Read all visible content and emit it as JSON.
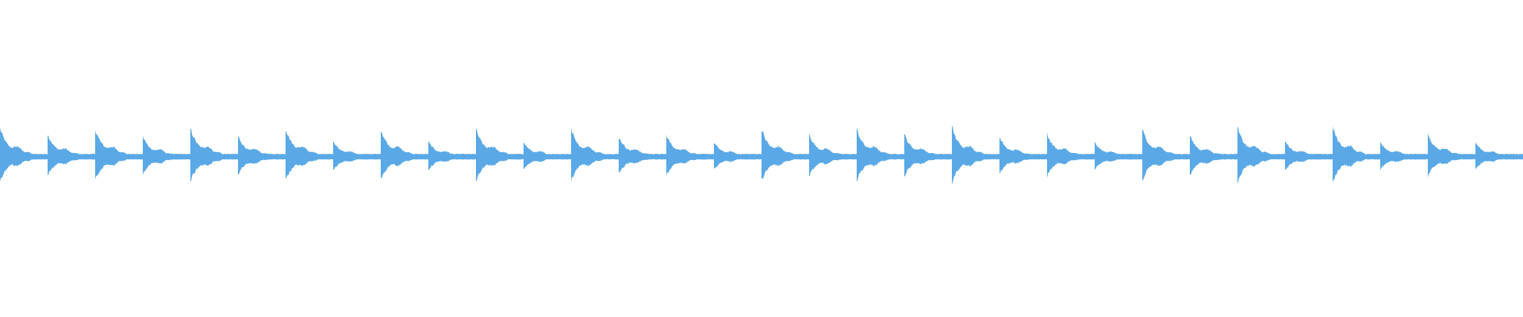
{
  "waveform": {
    "color": "#5aa9e6",
    "background": "#ffffff",
    "num_hits": 32,
    "peak_levels": [
      0.78,
      0.62,
      0.76,
      0.56,
      0.78,
      0.58,
      0.78,
      0.42,
      0.76,
      0.42,
      0.76,
      0.4,
      0.76,
      0.56,
      0.6,
      0.4,
      0.76,
      0.62,
      0.76,
      0.62,
      0.82,
      0.54,
      0.62,
      0.4,
      0.76,
      0.58,
      0.8,
      0.44,
      0.82,
      0.42,
      0.62,
      0.4
    ],
    "sustain_level": 0.08
  }
}
